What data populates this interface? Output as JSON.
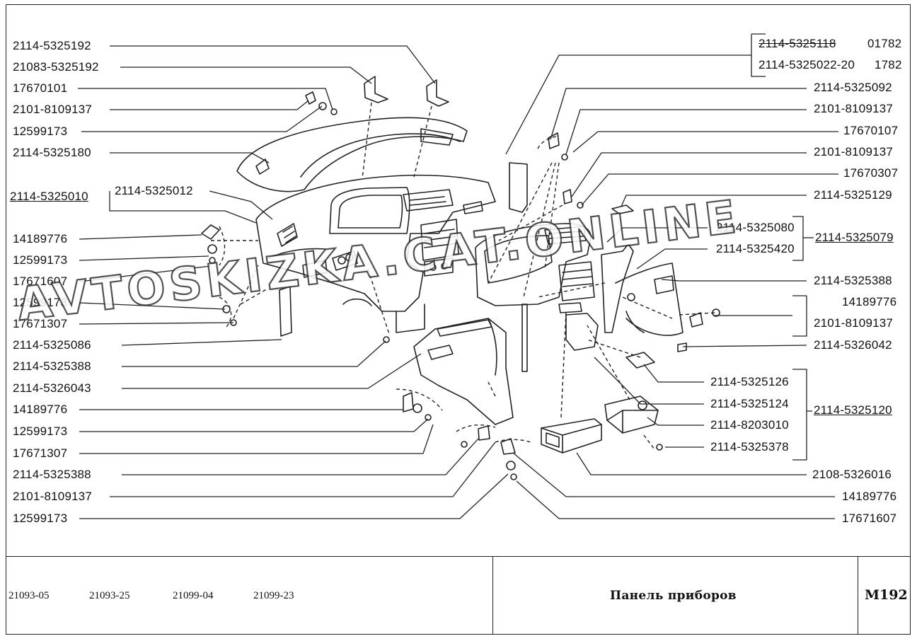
{
  "watermark": "AVTOSKIZKA.CAT.ONLINE",
  "title_block": {
    "models": [
      "21093-05",
      "21093-25",
      "21099-04",
      "21099-23"
    ],
    "title": "Панель приборов",
    "code": "M192"
  },
  "left_labels": [
    "2114-5325192",
    "21083-5325192",
    "17670101",
    "2101-8109137",
    "12599173",
    "2114-5325180",
    "2114-5325010",
    "2114-5325012",
    "14189776",
    "12599173",
    "17671607",
    "12599173",
    "17671307",
    "2114-5325086",
    "2114-5325388",
    "2114-5326043",
    "14189776",
    "12599173",
    "17671307",
    "2114-5325388",
    "2101-8109137",
    "12599173"
  ],
  "right_labels": [
    "2114-5325118",
    "01782",
    "2114-5325022-20",
    "1782",
    "2114-5325092",
    "2101-8109137",
    "17670107",
    "2101-8109137",
    "17670307",
    "2114-5325129",
    "2114-5325080",
    "2114-5325420",
    "2114-5325079",
    "2114-5325388",
    "14189776",
    "2101-8109137",
    "2114-5326042",
    "2114-5325126",
    "2114-5325124",
    "2114-5325120",
    "2114-8203010",
    "2114-5325378",
    "2108-5326016",
    "14189776",
    "17671607"
  ]
}
